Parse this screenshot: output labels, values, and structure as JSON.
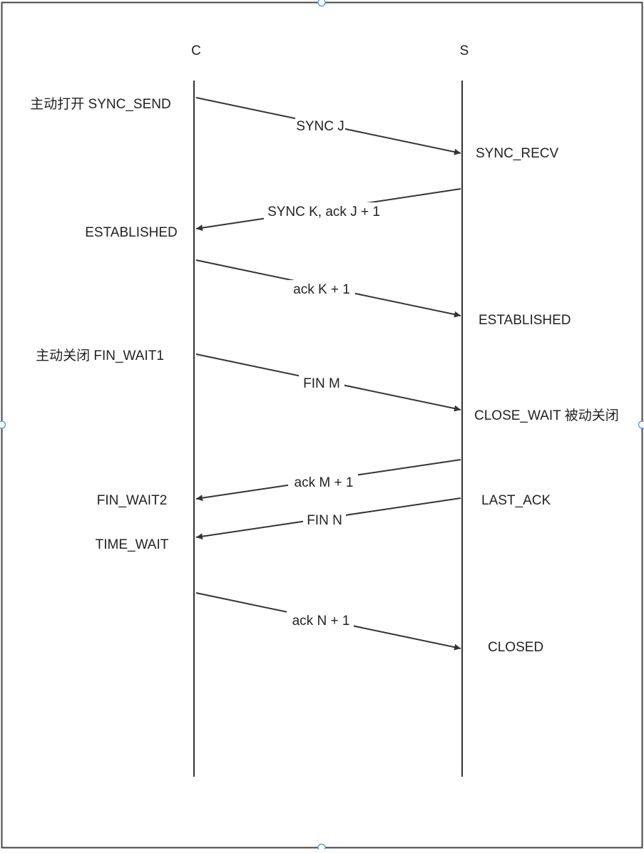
{
  "colors": {
    "stroke": "#333333",
    "text": "#222222",
    "frame": "#444444",
    "handle": "#4a90c8"
  },
  "participants": {
    "client": "C",
    "server": "S"
  },
  "client_states": {
    "open": "主动打开 SYNC_SEND",
    "established": "ESTABLISHED",
    "close": "主动关闭 FIN_WAIT1",
    "fin_wait2": "FIN_WAIT2",
    "time_wait": "TIME_WAIT"
  },
  "server_states": {
    "sync_recv": "SYNC_RECV",
    "established": "ESTABLISHED",
    "close_wait": "CLOSE_WAIT 被动关闭",
    "last_ack": "LAST_ACK",
    "closed": "CLOSED"
  },
  "messages": [
    {
      "label": "SYNC J",
      "direction": "C→S"
    },
    {
      "label": "SYNC K, ack J + 1",
      "direction": "S→C"
    },
    {
      "label": "ack K + 1",
      "direction": "C→S"
    },
    {
      "label": "FIN M",
      "direction": "C→S"
    },
    {
      "label": "ack M + 1",
      "direction": "S→C"
    },
    {
      "label": "FIN N",
      "direction": "S→C"
    },
    {
      "label": "ack N + 1",
      "direction": "C→S"
    }
  ]
}
